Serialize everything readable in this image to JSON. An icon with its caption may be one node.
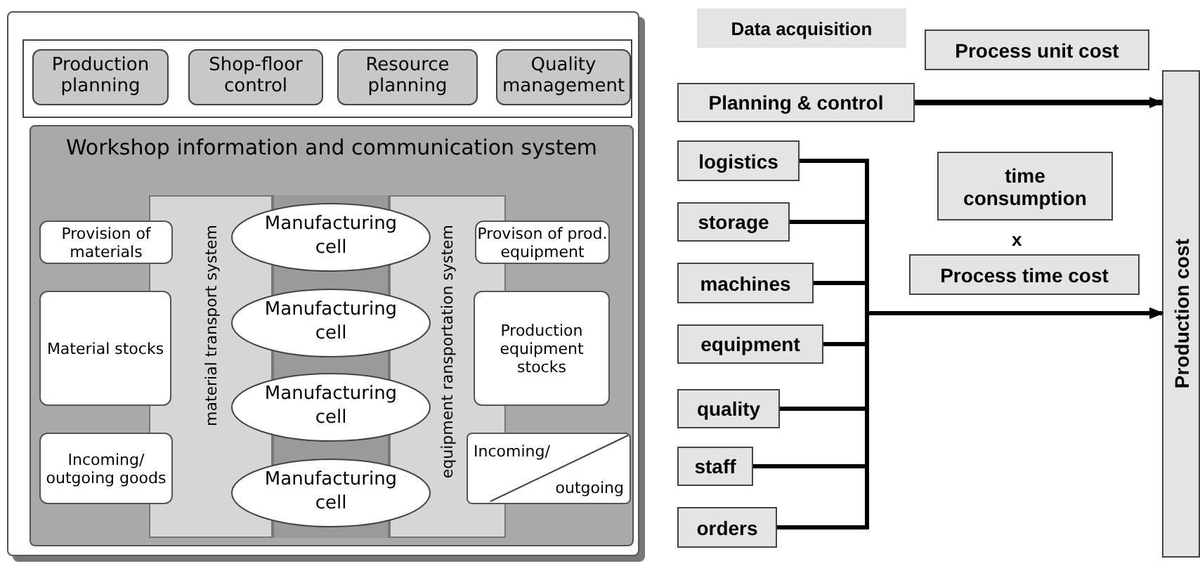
{
  "diagram": {
    "nodes": [
      {
        "text": [],
        "shape": "box"
      },
      {
        "text": [],
        "shape": "box",
        "in": 0
      },
      {
        "text": [
          "Production planning"
        ],
        "in": 1
      },
      {
        "text": [
          "Shop-floor control"
        ],
        "in": 1
      },
      {
        "text": [
          "Resource planning"
        ],
        "in": 1
      },
      {
        "text": [
          "Quality management"
        ],
        "in": 1
      },
      {
        "text": [
          "Workshop information and communication system"
        ],
        "in": 0
      },
      {
        "text": [
          "material transport system"
        ],
        "in": 6
      },
      {
        "text": [
          "equipment ransportation system"
        ],
        "in": 6
      },
      {
        "text": [
          "Provision of materials"
        ],
        "in": 6
      },
      {
        "text": [
          "Material stocks"
        ],
        "in": 6
      },
      {
        "text": [
          "Incoming/ outgoing goods"
        ],
        "in": 6
      },
      {
        "text": [
          "Manufacturing cell"
        ],
        "in": 6
      },
      {
        "text": [
          "Manufacturing cell"
        ],
        "in": 6
      },
      {
        "text": [
          "Manufacturing cell"
        ],
        "in": 6
      },
      {
        "text": [
          "Manufacturing cell"
        ],
        "in": 6
      },
      {
        "text": [
          "Provison of prod. equipment"
        ],
        "in": 6
      },
      {
        "text": [
          "Production equipment stocks"
        ],
        "in": 6
      },
      {
        "text": [
          "Incoming/",
          "outgoing"
        ],
        "in": 6
      },
      {
        "text": [
          "Data acquisition"
        ]
      },
      {
        "text": [
          "Process unit cost"
        ]
      },
      {
        "text": [
          "Planning & control"
        ]
      },
      {
        "text": [
          "logistics"
        ]
      },
      {
        "text": [
          "storage"
        ]
      },
      {
        "text": [
          "machines"
        ]
      },
      {
        "text": [
          "equipment"
        ]
      },
      {
        "text": [
          "quality"
        ]
      },
      {
        "text": [
          "staff"
        ]
      },
      {
        "text": [
          "orders"
        ]
      },
      {
        "text": [
          "time consumption"
        ]
      },
      {
        "text": [
          "Process time cost"
        ]
      },
      {
        "text": [
          "Production cost"
        ]
      }
    ],
    "edges": [
      {
        "from": 21,
        "to": 31,
        "arrow": "to"
      },
      {
        "from": 22,
        "to": 31,
        "arrow": "to"
      },
      {
        "from": 23,
        "to": 31,
        "arrow": "to"
      },
      {
        "from": 24,
        "to": 31,
        "arrow": "to"
      },
      {
        "from": 25,
        "to": 31,
        "arrow": "to"
      },
      {
        "from": 26,
        "to": 31,
        "arrow": "to"
      },
      {
        "from": 27,
        "to": 31,
        "arrow": "to"
      },
      {
        "from": 28,
        "to": 31,
        "arrow": "to"
      }
    ],
    "labels": [
      "x"
    ]
  }
}
